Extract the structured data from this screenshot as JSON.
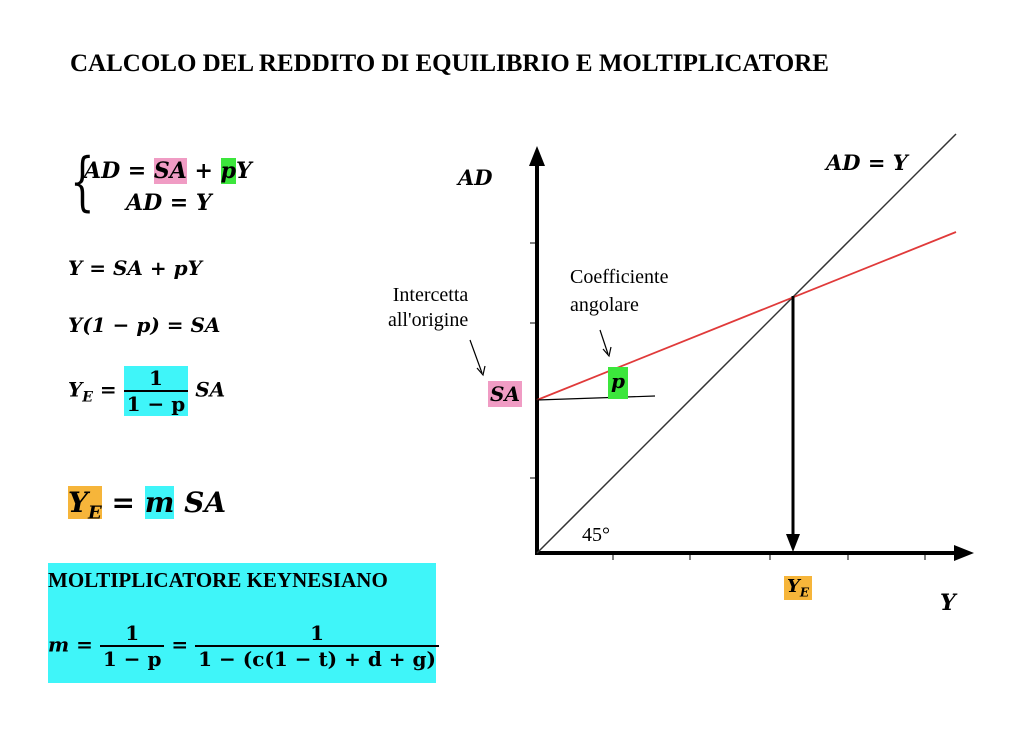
{
  "title": "CALCOLO DEL REDDITO DI EQUILIBRIO E MOLTIPLICATORE",
  "equations": {
    "system_line1": {
      "lhs": "AD = ",
      "sa": "SA",
      "plus": " + ",
      "p": "p",
      "y": "Y"
    },
    "system_line2": "AD = Y",
    "eq1": "Y = SA + pY",
    "eq2": "Y(1 − p) = SA",
    "eq3": {
      "lhs": "Y",
      "sub": "E",
      "eq": " = ",
      "num": "1",
      "den": "1 − p",
      "rhs": " SA"
    },
    "eq4": {
      "lhs": "Y",
      "sub": "E",
      "eq": " = ",
      "m": "m",
      "rhs": " SA"
    }
  },
  "multiplier_box": {
    "heading": "MOLTIPLICATORE KEYNESIANO",
    "lhs": "m = ",
    "num1": "1",
    "den1": "1 − p",
    "eq": " = ",
    "num2": "1",
    "den2": "1 − (c(1 − t) + d + g)"
  },
  "diagram": {
    "y_axis_label": "AD",
    "x_axis_label": "Y",
    "line_45_label": "AD = Y",
    "angle_label": "45°",
    "intercept_label_line1": "Intercetta",
    "intercept_label_line2": "all'origine",
    "slope_label_line1": "Coefficiente",
    "slope_label_line2": "angolare",
    "intercept_value": "SA",
    "slope_value": "p",
    "equilibrium_label": "Y",
    "equilibrium_sub": "E"
  },
  "colors": {
    "pink": "#f09cc4",
    "green": "#3ce63c",
    "cyan": "#3ff5f9",
    "orange": "#f6b53a",
    "ad_line": "#e03a3a",
    "line_45": "#333333"
  }
}
